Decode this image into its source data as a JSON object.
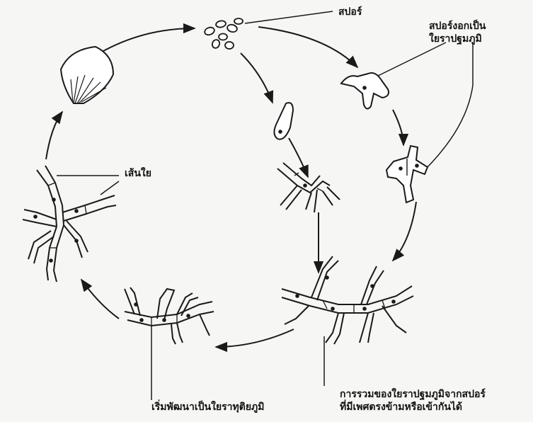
{
  "labels": {
    "spore": "สปอร์",
    "spore_germination_line1": "สปอร์งอกเป็น",
    "spore_germination_line2": "ใยราปฐมภูมิ",
    "hypha": "เส้นใย",
    "fusion_line1": "การรวมของใยราปฐมภูมิจากสปอร์",
    "fusion_line2": "ที่มีเพศตรงข้ามหรือเข้ากันได้",
    "secondary_mycelium": "เริ่มพัฒนาเป็นใยราทุติยภูมิ"
  },
  "colors": {
    "ink": "#1a1a1a",
    "paper": "#f6f6f4"
  }
}
